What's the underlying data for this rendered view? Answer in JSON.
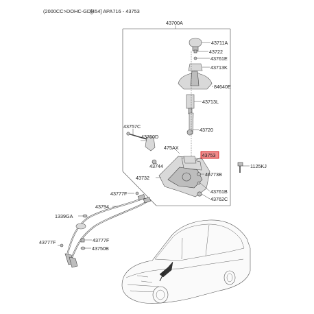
{
  "header": {
    "engine_label": "(2000CC>DOHC-GDI)",
    "range_label": "[454] APA716 - 43753"
  },
  "callouts": {
    "c43700A": "43700A",
    "c43711A": "43711A",
    "c43722": "43722",
    "c43761E": "43761E",
    "c43713K": "43713K",
    "c84640E": "84640E",
    "c43713L": "43713L",
    "c43757C": "43757C",
    "c43720": "43720",
    "c43760D": "43760D",
    "c475AX": "475AX",
    "c43753": "43753",
    "c43744": "43744",
    "c1125KJ": "1125KJ",
    "c43732": "43732",
    "c46773B": "46773B",
    "c43761B": "43761B",
    "c43762C": "43762C",
    "c43777F_top": "43777F",
    "c43794": "43794",
    "c1339GA": "1339GA",
    "c43777F_left": "43777F",
    "c43777F_right": "43777F",
    "c43750B": "43750B"
  },
  "colors": {
    "highlight_fill": "#f08a8a",
    "highlight_stroke": "#cc0000",
    "part_fill": "#d9d9d9"
  }
}
